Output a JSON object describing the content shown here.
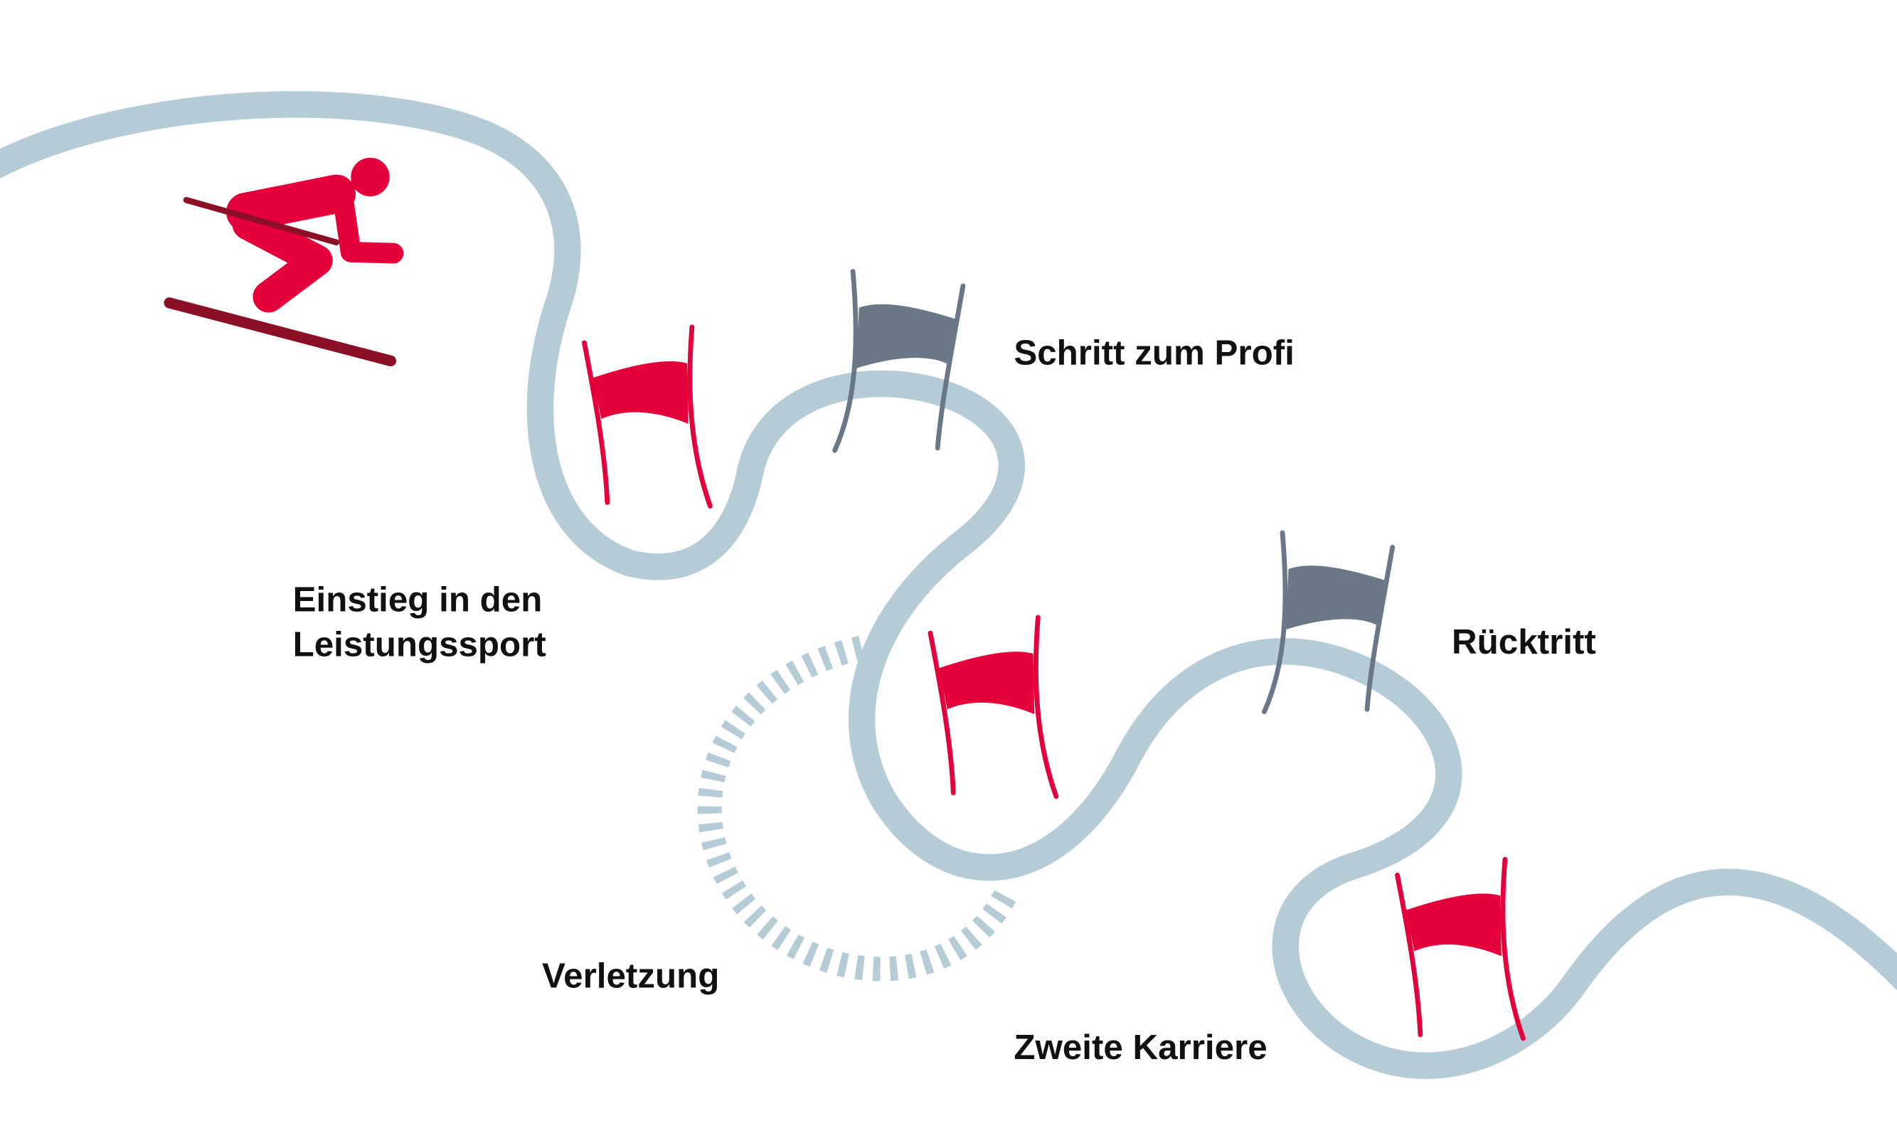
{
  "colors": {
    "track": "#b5cbd6",
    "red": "#e4003a",
    "dark_red": "#8b1025",
    "gray": "#6a7787",
    "text": "#111111"
  },
  "labels": {
    "entry_line1": "Einstieg in den",
    "entry_line2": "Leistungssport",
    "pro": "Schritt zum Profi",
    "injury": "Verletzung",
    "retirement": "Rücktritt",
    "second_career": "Zweite Karriere"
  }
}
